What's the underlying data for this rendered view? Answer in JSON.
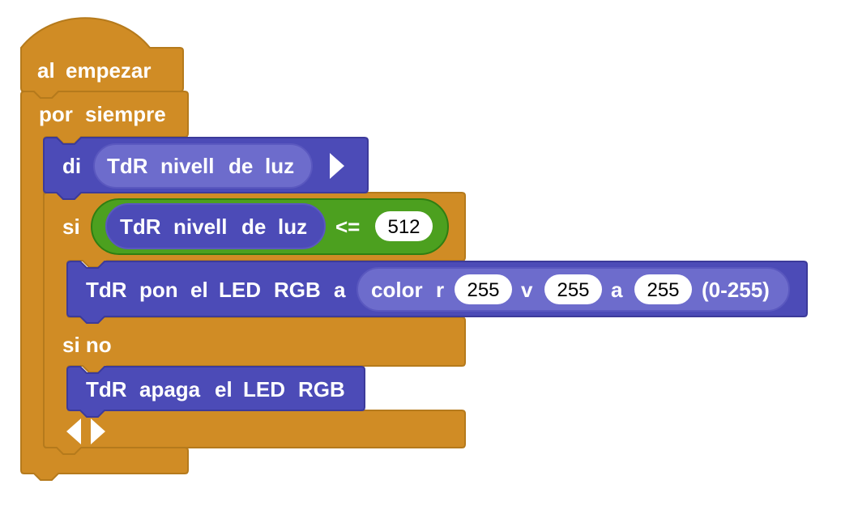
{
  "colors": {
    "control": "#d08c25",
    "control_dark": "#b57a1c",
    "extension": "#4c4bb7",
    "extension_dark": "#3c3a9a",
    "reporter": "#6d6ccc",
    "reporter_dark": "#5a58bf",
    "operator": "#4ca01f",
    "operator_dark": "#2f7e12",
    "field": "#ffffff"
  },
  "hat": {
    "w1": "al",
    "w2": "empezar"
  },
  "forever": {
    "w1": "por",
    "w2": "siempre"
  },
  "say": {
    "label": "di",
    "reporter": {
      "w1": "TdR",
      "w2": "nivell",
      "w3": "de",
      "w4": "luz"
    },
    "expand_icon": "triangle-right-icon"
  },
  "if_else": {
    "if_label": "si",
    "condition": {
      "reporter": {
        "w1": "TdR",
        "w2": "nivell",
        "w3": "de",
        "w4": "luz"
      },
      "operator": "<=",
      "value": "512"
    },
    "then_block": {
      "w1": "TdR",
      "w2": "pon",
      "w3": "el",
      "w4": "LED",
      "w5": "RGB",
      "w6": "a",
      "color": {
        "w_color": "color",
        "r_label": "r",
        "r_value": "255",
        "v_label": "v",
        "v_value": "255",
        "a_label": "a",
        "a_value": "255",
        "range_label": "(0-255)"
      }
    },
    "else_label": "si no",
    "else_block": {
      "w1": "TdR",
      "w2": "apaga",
      "w3": "el",
      "w4": "LED",
      "w5": "RGB"
    },
    "collapse_icon": "triangle-left-icon",
    "expand_icon": "triangle-right-icon"
  }
}
